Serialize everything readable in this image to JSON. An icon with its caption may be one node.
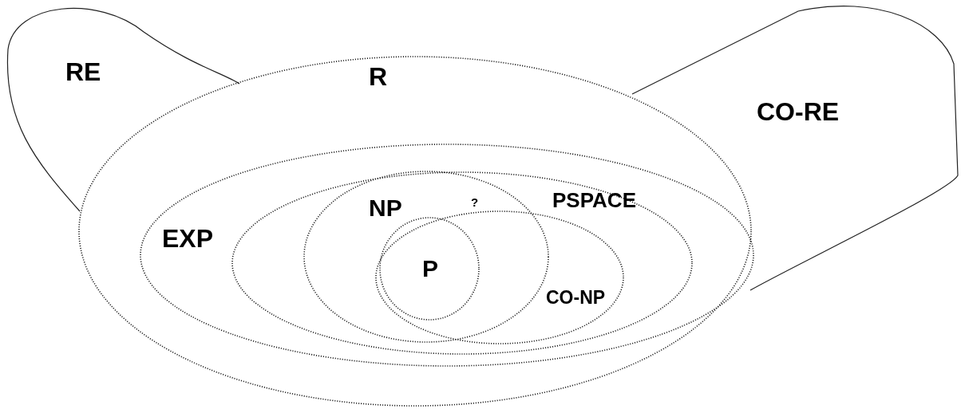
{
  "diagram": {
    "nodes": [
      {
        "text": [
          "RE"
        ]
      },
      {
        "text": [
          "R"
        ]
      },
      {
        "text": [
          "CO-RE"
        ]
      },
      {
        "text": [
          "EXP"
        ],
        "in": 1
      },
      {
        "text": [
          "PSPACE"
        ],
        "in": 3
      },
      {
        "text": [
          "NP"
        ],
        "in": 4
      },
      {
        "text": [
          "CO-NP"
        ],
        "in": 4
      },
      {
        "text": [
          "P"
        ]
      }
    ],
    "edges": [],
    "labels": [
      "?"
    ]
  }
}
